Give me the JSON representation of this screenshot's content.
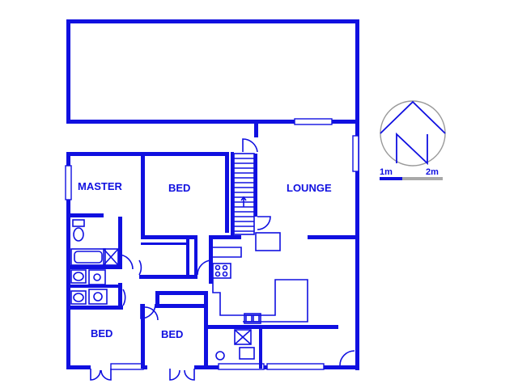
{
  "rooms": {
    "master": "MASTER",
    "bed_top": "BED",
    "lounge": "LOUNGE",
    "bed_bottom_left": "BED",
    "bed_bottom_mid": "BED"
  },
  "compass": {
    "letter": "N",
    "icon": "north-arrow-icon"
  },
  "scale": {
    "label_1": "1m",
    "label_2": "2m"
  },
  "colors": {
    "wall": "#1010e0",
    "scale_grey": "#a8a8a8"
  }
}
